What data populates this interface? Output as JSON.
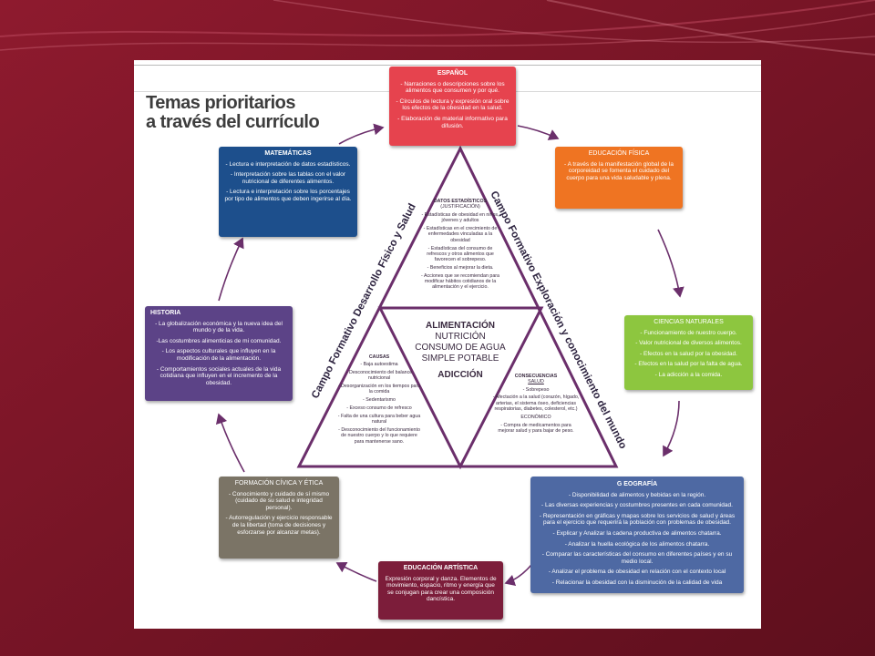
{
  "title": {
    "line1": "Temas prioritarios",
    "line2": "a través del currículo"
  },
  "colors": {
    "espanol": "#e6434e",
    "educacion_fisica": "#ef7422",
    "ciencias": "#8dc63f",
    "geografia": "#4e69a3",
    "artistica": "#7c1d3a",
    "civica": "#7b7466",
    "historia": "#5c4387",
    "matematicas": "#1d4f8c",
    "triangle": "#6b2f6b"
  },
  "boxes": {
    "espanol": {
      "title": "ESPAÑOL",
      "items": [
        "- Narraciones o descripciones sobre los alimentos que consumen y por qué.",
        "- Círculos de lectura y expresión oral sobre los efectos de la obesidad en la salud.",
        "- Elaboración de material informativo para difusión."
      ]
    },
    "educacion_fisica": {
      "title": "EDUCACIÓN FÍSICA",
      "items": [
        "- A través de la manifestación global de la corporeidad se fomenta el cuidado del cuerpo para una vida saludable y plena."
      ]
    },
    "ciencias": {
      "title": "CIENCIAS NATURALES",
      "items": [
        "- Funcionamiento de nuestro cuerpo.",
        "- Valor nutricional de diversos alimentos.",
        "- Efectos en la salud por la obesidad.",
        "- Efectos en la salud por la falta de agua.",
        "- La adicción a la comida."
      ]
    },
    "geografia": {
      "title": "G EOGRAFÍA",
      "items": [
        "- Disponibilidad de alimentos y bebidas en la región.",
        "- Las diversas experiencias y costumbres presentes en cada comunidad.",
        "- Representación en gráficas y mapas sobre los servicios de salud y áreas para el ejercicio que requerirá la población con problemas de obesidad.",
        "- Explicar y Analizar la cadena productiva de alimentos chatarra.",
        "- Analizar la huella ecológica de los alimentos chatarra.",
        "- Comparar las características del consumo en diferentes países y en su medio local.",
        "- Analizar el problema de obesidad en relación con el contexto local",
        "- Relacionar la obesidad con la disminución de la calidad de vida"
      ]
    },
    "artistica": {
      "title": "EDUCACIÓN ARTÍSTICA",
      "items": [
        "Expresión corporal y danza. Elementos de movimiento, espacio, ritmo y energía que se conjugan para crear una composición dancística."
      ]
    },
    "civica": {
      "title": "FORMACIÓN CÍVICA Y ÉTICA",
      "items": [
        "- Conocimiento y cuidado de sí mismo (cuidado de su salud e integridad personal).",
        "- Autorregulación y ejercicio responsable de la libertad (toma de decisiones y esforzarse por alcanzar metas)."
      ]
    },
    "historia": {
      "title": "HISTORIA",
      "items": [
        "- La globalización económica y la nueva idea del mundo y de la vida.",
        "-Las costumbres alimenticias de mi comunidad.",
        "- Los aspectos culturales que influyen en la modificación de la alimentación.",
        "- Comportamientos sociales actuales de la vida cotidiana que influyen en el incremento de la obesidad."
      ]
    },
    "matematicas": {
      "title": "MATEMÁTICAS",
      "items": [
        "- Lectura e interpretación de datos estadísticos.",
        "- Interpretación sobre las tablas con el valor nutricional de diferentes alimentos.",
        "- Lectura e interpretación sobre los porcentajes por tipo de alimentos que deben ingerirse al día."
      ]
    }
  },
  "triangle": {
    "left_label": "Campo Formativo Desarrollo Físico y Salud",
    "right_label": "Campo Formativo Exploración y conocimiento del mundo",
    "top": {
      "title": "DATOS ESTADÍSTICOS",
      "subtitle": "(JUSTIFICACIÓN)",
      "items": [
        "- Estadísticas de obesidad en niños, jóvenes y adultos",
        "- Estadísticas en el crecimiento de enfermedades vinculadas a la obesidad",
        "- Estadísticas del consumo de refrescos y otros alimentos que favorecen el sobrepeso.",
        "- Beneficios al mejorar la dieta.",
        "- Acciones que se recomiendan para modificar hábitos cotidianos de la alimentación y el ejercicio."
      ]
    },
    "center": {
      "line1": "ALIMENTACIÓN",
      "line2": "NUTRICIÓN",
      "line3": "CONSUMO DE AGUA",
      "line4": "SIMPLE POTABLE",
      "line5": "ADICCIÓN"
    },
    "left": {
      "title": "CAUSAS",
      "items": [
        "- Baja autoestima",
        "- Desconocimiento del balance nutricional",
        "- Desorganización en los tiempos para la comida",
        "- Sedentarismo",
        "- Exceso consumo de refresco",
        "- Falta de una cultura para beber agua natural",
        "- Desconocimiento del funcionamiento de nuestro cuerpo y lo que requiere para mantenerse sano."
      ]
    },
    "right": {
      "title": "CONSECUENCIAS",
      "salud_label": "SALUD",
      "items": [
        "- Sobrepeso",
        "- Afectación a la salud (corazón, hígado, arterias, el sistema óseo, deficiencias respiratorias, diabetes, colesterol, etc.)"
      ],
      "economico_label": "ECONÓMICO",
      "economico_items": [
        "- Compra de medicamentos para mejorar salud y para bajar de peso."
      ]
    }
  }
}
